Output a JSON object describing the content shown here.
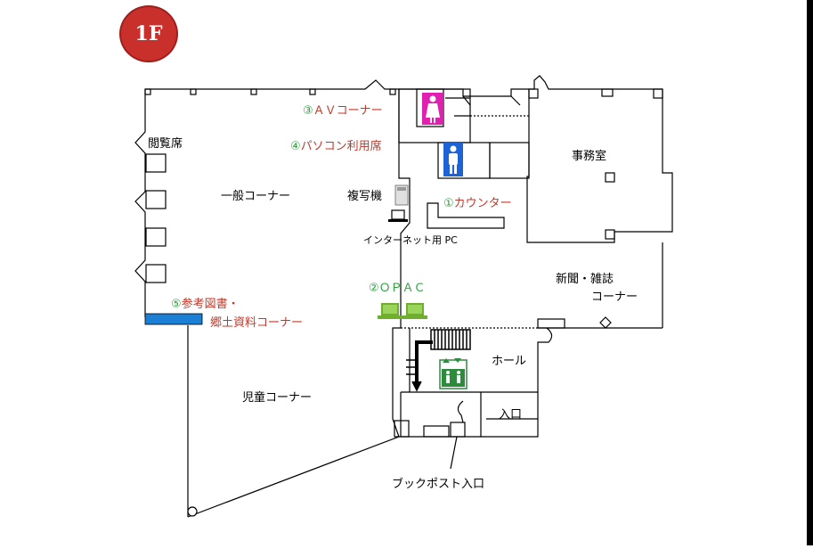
{
  "floor_badge": "1F",
  "labels": {
    "reading_seats": "閲覧席",
    "general_corner": "一般コーナー",
    "copier": "複写機",
    "internet_pc": "インターネット用 PC",
    "office": "事務室",
    "newspaper_magazine_1": "新聞・雑誌",
    "newspaper_magazine_2": "コーナー",
    "hall": "ホール",
    "entrance": "入口",
    "children_corner": "児童コーナー",
    "bookpost_entrance": "ブックポスト入口"
  },
  "numbered": [
    {
      "num": "③",
      "text": "ＡＶコーナー"
    },
    {
      "num": "④",
      "text": "パソコン利用席"
    },
    {
      "num": "①",
      "text": "カウンター"
    },
    {
      "num": "②",
      "text": "ＯＰＡＣ"
    },
    {
      "num": "⑤",
      "text": "参考図書・",
      "text2": "郷土資料コーナー"
    }
  ],
  "colors": {
    "badge": "#c9302c",
    "number": "#2e9e3e",
    "label_red": "#c0392b",
    "female_wc": "#e020b0",
    "male_wc": "#1e63d6",
    "opac_pc": "#6fae2e",
    "reference_shelf": "#1b7fd6",
    "elevator": "#2e8b3e"
  },
  "icons": [
    "female-restroom-icon",
    "male-restroom-icon",
    "copier-icon",
    "laptop-icon",
    "opac-terminal-icon",
    "elevator-icon",
    "stairs-icon"
  ]
}
